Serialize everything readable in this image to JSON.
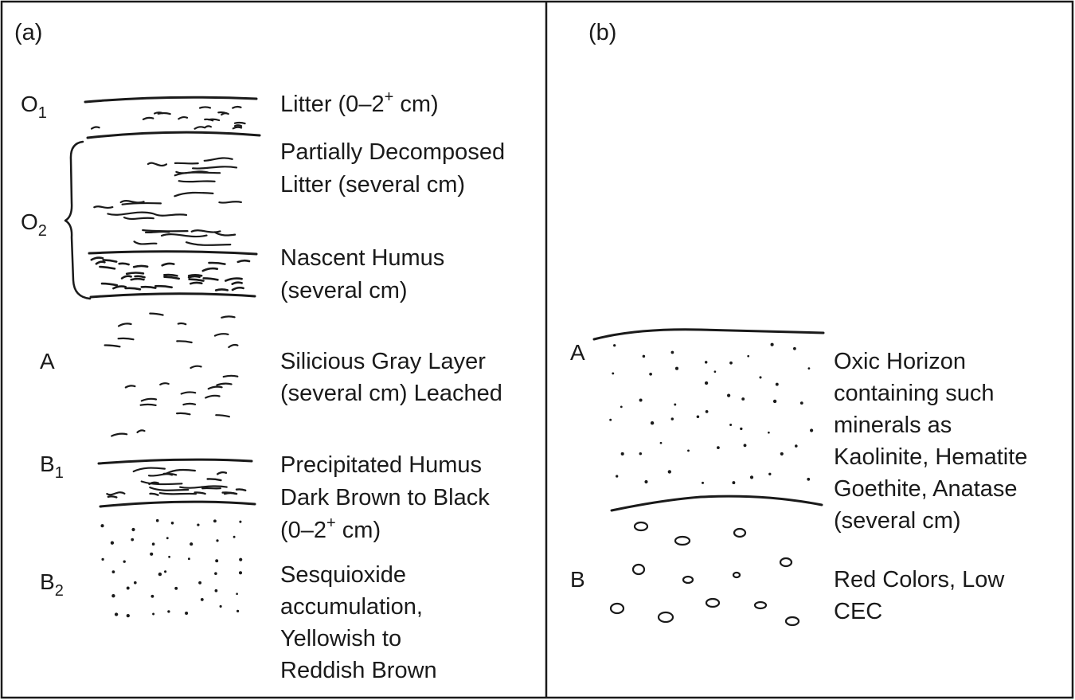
{
  "panels": {
    "a": {
      "label": "(a)",
      "horizons": [
        {
          "letter": "O",
          "subscript": "1"
        },
        {
          "letter": "O",
          "subscript": "2"
        },
        {
          "letter": "A",
          "subscript": ""
        },
        {
          "letter": "B",
          "subscript": "1"
        },
        {
          "letter": "B",
          "subscript": "2"
        }
      ],
      "descriptions": [
        {
          "lines": [
            "Litter (0–2",
            "+",
            " cm)"
          ]
        },
        {
          "lines": [
            "Partially Decomposed",
            "Litter (several cm)"
          ]
        },
        {
          "lines": [
            "Nascent Humus",
            "(several cm)"
          ]
        },
        {
          "lines": [
            "Silicious Gray Layer",
            "(several cm) Leached"
          ]
        },
        {
          "lines": [
            "Precipitated Humus",
            "Dark Brown to Black",
            "(0–2",
            "+",
            " cm)"
          ]
        },
        {
          "lines": [
            "Sesquioxide",
            "accumulation,",
            "Yellowish to",
            "Reddish Brown"
          ]
        }
      ]
    },
    "b": {
      "label": "(b)",
      "horizons": [
        {
          "letter": "A"
        },
        {
          "letter": "B"
        }
      ],
      "descriptions": [
        {
          "lines": [
            "Oxic Horizon",
            "containing such",
            "minerals as",
            "Kaolinite, Hematite",
            "Goethite, Anatase",
            "(several cm)"
          ]
        },
        {
          "lines": [
            "Red Colors, Low",
            "CEC"
          ]
        }
      ]
    }
  }
}
